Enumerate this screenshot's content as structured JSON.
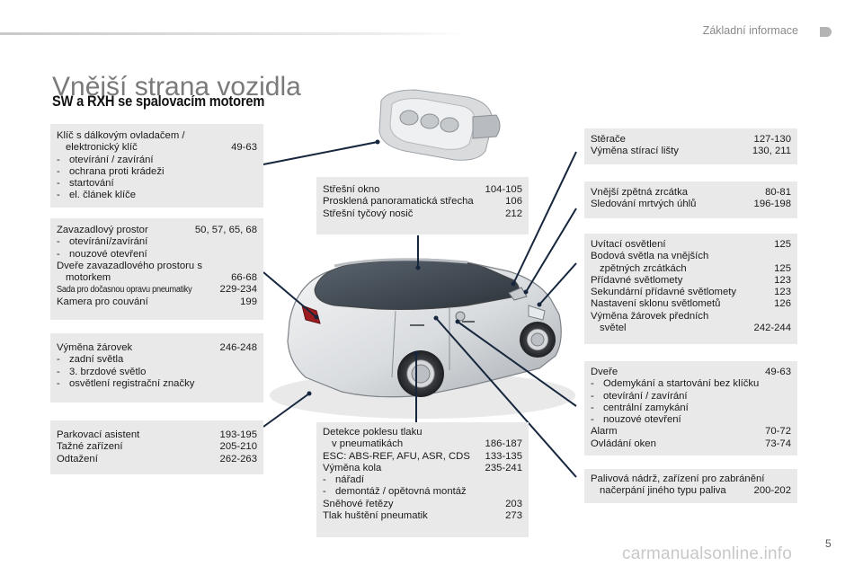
{
  "header": {
    "title": "Základní informace"
  },
  "page_title": "Vnější strana vozidla",
  "subtitle": "SW a RXH se spalovacím motorem",
  "page_number": "5",
  "watermark": "carmanualsonline.info",
  "boxes": {
    "key": {
      "title_1": "Klíč s dálkovým ovladačem /",
      "title_2": "elektronický klíč",
      "title_pages": "49-63",
      "items": [
        "otevírání / zavírání",
        "ochrana proti krádeži",
        "startování",
        "el. článek klíče"
      ]
    },
    "boot": {
      "l1": "Zavazadlový prostor",
      "l1p": "50, 57, 65, 68",
      "i1": "otevírání/zavírání",
      "i2": "nouzové otevření",
      "l2a": "Dveře zavazadlového prostoru s",
      "l2b": "motorkem",
      "l2p": "66-68",
      "l3": "Sada pro dočasnou opravu pneumatiky",
      "l3p": "229-234",
      "l4": "Kamera pro couvání",
      "l4p": "199"
    },
    "bulbs_rear": {
      "l1": "Výměna žárovek",
      "l1p": "246-248",
      "items": [
        "zadní světla",
        "3. brzdové světlo",
        "osvětlení registrační značky"
      ]
    },
    "park": {
      "rows": [
        {
          "t": "Parkovací asistent",
          "p": "193-195"
        },
        {
          "t": "Tažné zařízení",
          "p": "205-210"
        },
        {
          "t": "Odtažení",
          "p": "262-263"
        }
      ]
    },
    "roof": {
      "rows": [
        {
          "t": "Střešní okno",
          "p": "104-105"
        },
        {
          "t": "Prosklená panoramatická střecha",
          "p": "106"
        },
        {
          "t": "Střešní tyčový nosič",
          "p": "212"
        }
      ]
    },
    "tyres": {
      "l1a": "Detekce poklesu tlaku",
      "l1b": "v pneumatikách",
      "l1p": "186-187",
      "l2": "ESC: ABS-REF, AFU, ASR, CDS",
      "l2p": "133-135",
      "l3": "Výměna kola",
      "l3p": "235-241",
      "i1": "nářadí",
      "i2": "demontáž / opětovná montáž",
      "l4": "Sněhové řetězy",
      "l4p": "203",
      "l5": "Tlak huštění pneumatik",
      "l5p": "273"
    },
    "wipers": {
      "rows": [
        {
          "t": "Stěrače",
          "p": "127-130"
        },
        {
          "t": "Výměna stírací lišty",
          "p": "130, 211"
        }
      ]
    },
    "mirrors": {
      "rows": [
        {
          "t": "Vnější zpětná zrcátka",
          "p": "80-81"
        },
        {
          "t": "Sledování mrtvých úhlů",
          "p": "196-198"
        }
      ]
    },
    "lights": {
      "l1": "Uvítací osvětlení",
      "l1p": "125",
      "l2a": "Bodová světla na vnějších",
      "l2b": "zpětných zrcátkách",
      "l2p": "125",
      "l3": "Přídavné světlomety",
      "l3p": "123",
      "l4": "Sekundární přídavné světlomety",
      "l4p": "123",
      "l5": "Nastavení sklonu světlometů",
      "l5p": "126",
      "l6a": "Výměna žárovek předních",
      "l6b": "světel",
      "l6p": "242-244"
    },
    "doors": {
      "l1": "Dveře",
      "l1p": "49-63",
      "items": [
        "Odemykání a startování bez klíčku",
        "otevírání / zavírání",
        "centrální zamykání",
        "nouzové otevření"
      ],
      "l2": "Alarm",
      "l2p": "70-72",
      "l3": "Ovládání oken",
      "l3p": "73-74"
    },
    "fuel": {
      "l1a": "Palivová nádrž, zařízení pro zabránění",
      "l1b": "načerpání jiného typu paliva",
      "l1p": "200-202"
    }
  },
  "colors": {
    "box_bg": "#e9e9ea",
    "leader": "#16263d",
    "title": "#7a7a7a"
  }
}
